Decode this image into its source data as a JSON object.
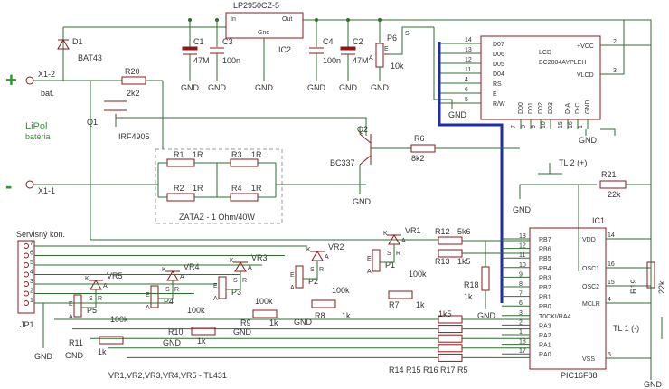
{
  "battery": {
    "terminal_pos": "X1-2",
    "terminal_neg": "X1-1",
    "pos_sign": "+",
    "neg_sign": "-",
    "bat_label": "bat.",
    "name": "LiPol",
    "name2": "batéria"
  },
  "reg": {
    "name": "LP2950CZ-5",
    "pin_in": "In",
    "pin_out": "Out",
    "pin_gnd": "Gnd",
    "ref": "IC2"
  },
  "parts": {
    "d1": "D1",
    "d1v": "BAT43",
    "c1": "C1",
    "c1v": "47M",
    "c3": "C3",
    "c3v": "100n",
    "c4": "C4",
    "c4v": "100n",
    "c2": "C2",
    "c2v": "47M",
    "p6": "P6",
    "p6v": "10k",
    "r20": "R20",
    "r20v": "2k2",
    "q1": "Q1",
    "q1v": "IRF4905",
    "q2": "Q2",
    "q2v": "BC337",
    "r6": "R6",
    "r6v": "8k2",
    "r1": "R1",
    "r2": "R2",
    "r3": "R3",
    "r4": "R4",
    "rval": "1R",
    "load": "ZÁTAŽ - 1 Ohm/40W",
    "tl2": "TL 2 (+)",
    "tl1": "TL 1 (-)",
    "r21": "R21",
    "r21v": "22k",
    "r19": "R19",
    "r19v": "22k",
    "r12": "R12",
    "r12v": "5k6",
    "r13": "R13",
    "r13v": "1k5",
    "r18": "R18",
    "r18v": "1k",
    "vr1": "VR1",
    "vr2": "VR2",
    "vr3": "VR3",
    "vr4": "VR4",
    "vr5": "VR5",
    "p1": "P1",
    "p2": "P2",
    "p3": "P3",
    "p4": "P4",
    "p5": "P5",
    "pv": "100k",
    "r7": "R7",
    "r8": "R8",
    "r9": "R9",
    "r10": "R10",
    "r11": "R11",
    "r1k": "1k",
    "rnet": "R14 R15 R16 R17 R5",
    "rnetv": "1k5",
    "jp1": "JP1",
    "serv": "Servisný kon.",
    "note": "VR1,VR2,VR3,VR4,VR5 - TL431",
    "gnd": "GND",
    "vr_k": "K",
    "vr_a": "A",
    "vr_r": "R",
    "vr_s": "S",
    "vr_e": "E",
    "pin_a": "A",
    "pin_e": "E"
  },
  "lcd": {
    "name": "LCD",
    "model": "BC2004AYPLEH",
    "left_pins": [
      {
        "num": "14",
        "sig": "D07"
      },
      {
        "num": "13",
        "sig": "D06"
      },
      {
        "num": "12",
        "sig": "D05"
      },
      {
        "num": "11",
        "sig": "D04"
      },
      {
        "num": "4",
        "sig": "RS"
      },
      {
        "num": "6",
        "sig": "E"
      },
      {
        "num": "5",
        "sig": "R/W"
      }
    ],
    "right_pins": [
      {
        "num": "2",
        "sig": "+VCC"
      },
      {
        "num": "3",
        "sig": "VLCD"
      }
    ],
    "bottom_pins": [
      {
        "num": "7",
        "sig": "D00"
      },
      {
        "num": "8",
        "sig": "D01"
      },
      {
        "num": "9",
        "sig": "D02"
      },
      {
        "num": "10",
        "sig": "D03"
      },
      {
        "num": "15",
        "sig": "D-A"
      },
      {
        "num": "16",
        "sig": "D-C"
      },
      {
        "num": "1",
        "sig": "GND"
      }
    ]
  },
  "mcu": {
    "ref": "IC1",
    "model": "PIC16F88",
    "left_pins": [
      {
        "num": "13",
        "sig": "RB7"
      },
      {
        "num": "12",
        "sig": "RB6"
      },
      {
        "num": "11",
        "sig": "RB5"
      },
      {
        "num": "10",
        "sig": "RB4"
      },
      {
        "num": "9",
        "sig": "RB3"
      },
      {
        "num": "8",
        "sig": "RB2"
      },
      {
        "num": "7",
        "sig": "RB1"
      },
      {
        "num": "6",
        "sig": "RB0"
      },
      {
        "num": "3",
        "sig": "T0CKI/RA4"
      },
      {
        "num": "2",
        "sig": "RA3"
      },
      {
        "num": "1",
        "sig": "RA2"
      },
      {
        "num": "18",
        "sig": "RA1"
      },
      {
        "num": "17",
        "sig": "RA0"
      }
    ],
    "right_pins": [
      {
        "num": "14",
        "sig": "VDD"
      },
      {
        "num": "16",
        "sig": "OSC1"
      },
      {
        "num": "15",
        "sig": "OSC2"
      },
      {
        "num": "4",
        "sig": "MCLR"
      },
      {
        "num": "5",
        "sig": "VSS"
      }
    ]
  },
  "connector": {
    "pins": [
      "7",
      "6",
      "5",
      "4",
      "3",
      "2",
      "1"
    ]
  }
}
